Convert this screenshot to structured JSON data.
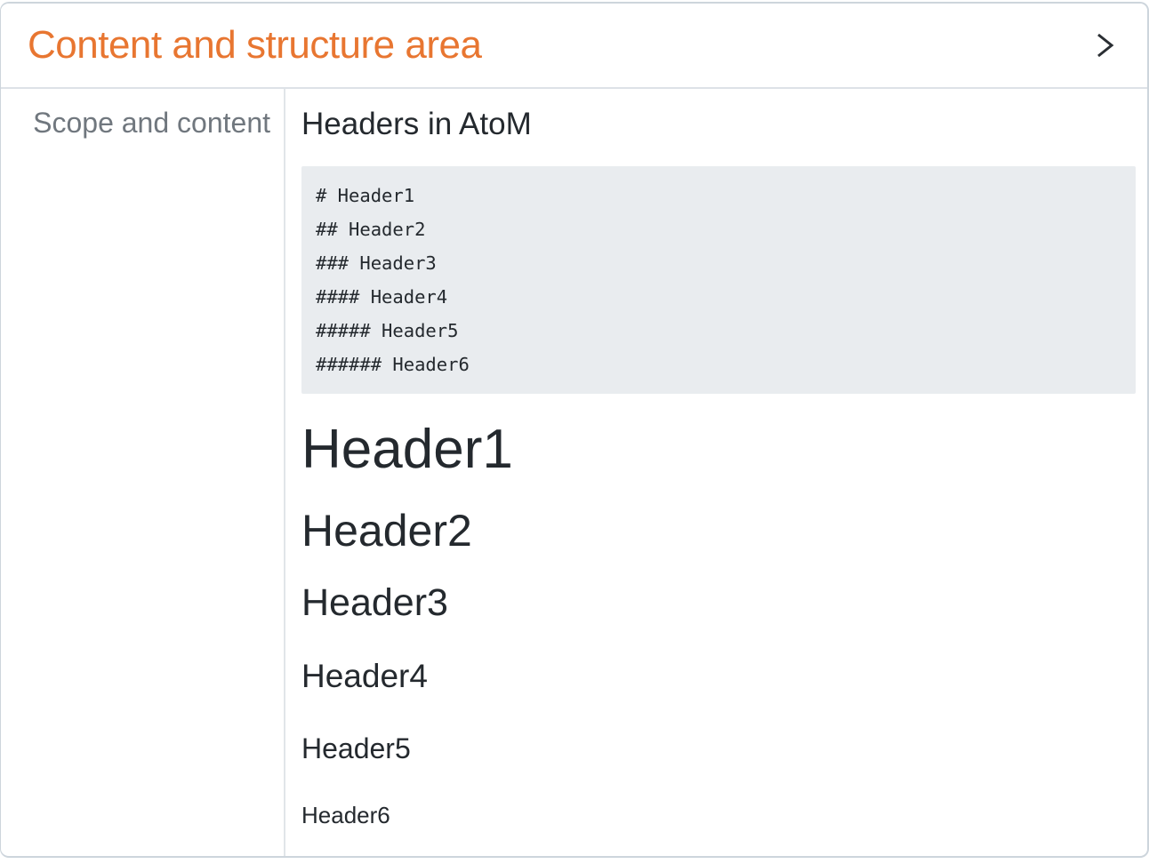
{
  "section": {
    "title": "Content and structure area",
    "toggle_icon": "chevron-right-icon"
  },
  "field": {
    "label": "Scope and content",
    "value_title": "Headers in AtoM",
    "code_lines": [
      "# Header1",
      "## Header2",
      "### Header3",
      "#### Header4",
      "##### Header5",
      "###### Header6"
    ],
    "rendered_headers": [
      {
        "level": 1,
        "text": "Header1"
      },
      {
        "level": 2,
        "text": "Header2"
      },
      {
        "level": 3,
        "text": "Header3"
      },
      {
        "level": 4,
        "text": "Header4"
      },
      {
        "level": 5,
        "text": "Header5"
      },
      {
        "level": 6,
        "text": "Header6"
      }
    ]
  },
  "colors": {
    "accent_orange": "#e87631",
    "label_gray": "#70777e",
    "text_dark": "#24292e",
    "code_background": "#e9ecef",
    "card_border": "#cdd5dc",
    "divider": "#e1e5e9"
  }
}
